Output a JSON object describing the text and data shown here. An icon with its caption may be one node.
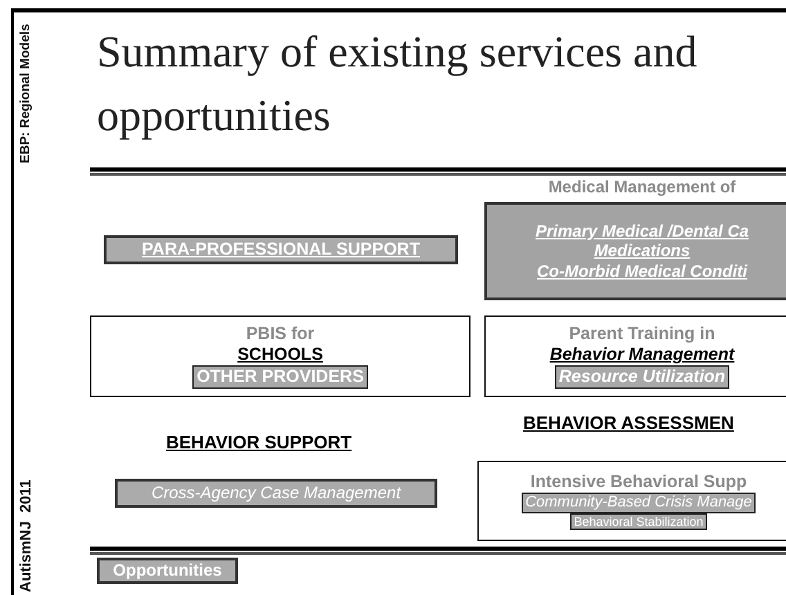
{
  "diagram": {
    "title": "Summary of existing services and opportunities",
    "nodes": [
      {
        "text": [
          "PARA-PROFESSIONAL SUPPORT"
        ]
      },
      {
        "text": [
          "Medical Management of",
          "Primary Medical /Dental Ca",
          "Medications",
          "Co-Morbid Medical Conditi"
        ]
      },
      {
        "text": [
          "PBIS for",
          "SCHOOLS",
          "OTHER PROVIDERS"
        ]
      },
      {
        "text": [
          "Parent Training in",
          "Behavior Management",
          "Resource Utilization"
        ]
      },
      {
        "text": [
          "Cross-Agency Case Management"
        ]
      },
      {
        "text": [
          "Intensive Behavioral Supp",
          "Community-Based Crisis Manage",
          "Behavioral Stabilization"
        ]
      },
      {
        "text": [
          "Opportunities"
        ]
      }
    ],
    "labels": [
      "EBP: Regional Models",
      "BEHAVIOR SUPPORT",
      "BEHAVIOR ASSESSMEN",
      "AutismNJ  2011"
    ]
  }
}
